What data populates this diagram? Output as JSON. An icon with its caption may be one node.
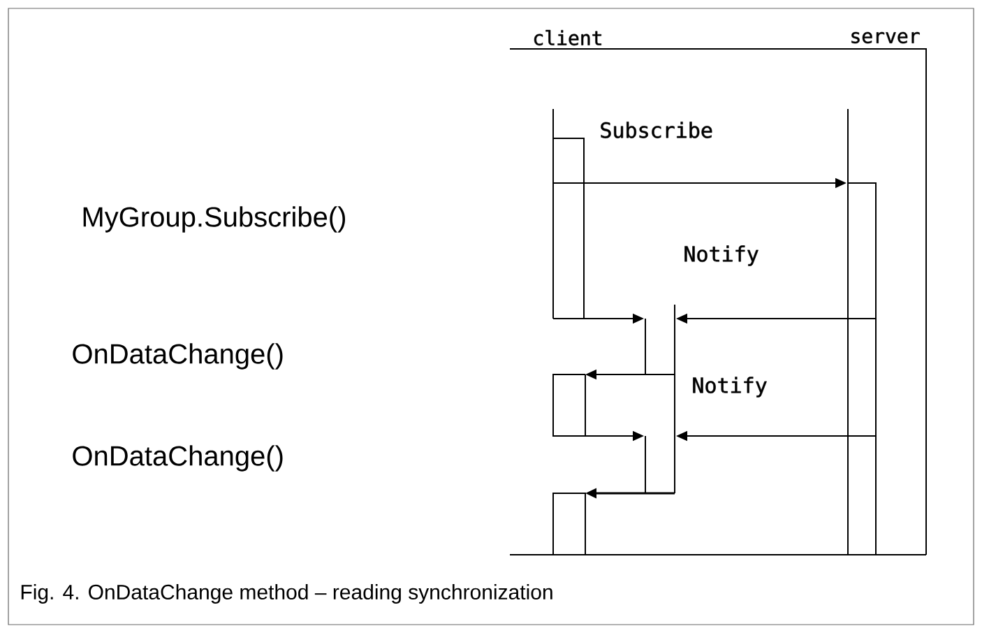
{
  "diagram": {
    "caption": "Fig. 4. OnDataChange method – reading synchronization",
    "labels": [
      "client",
      "server",
      "Subscribe",
      "MyGroup.Subscribe()",
      "Notify",
      "OnDataChange()",
      "Notify",
      "OnDataChange()"
    ]
  }
}
